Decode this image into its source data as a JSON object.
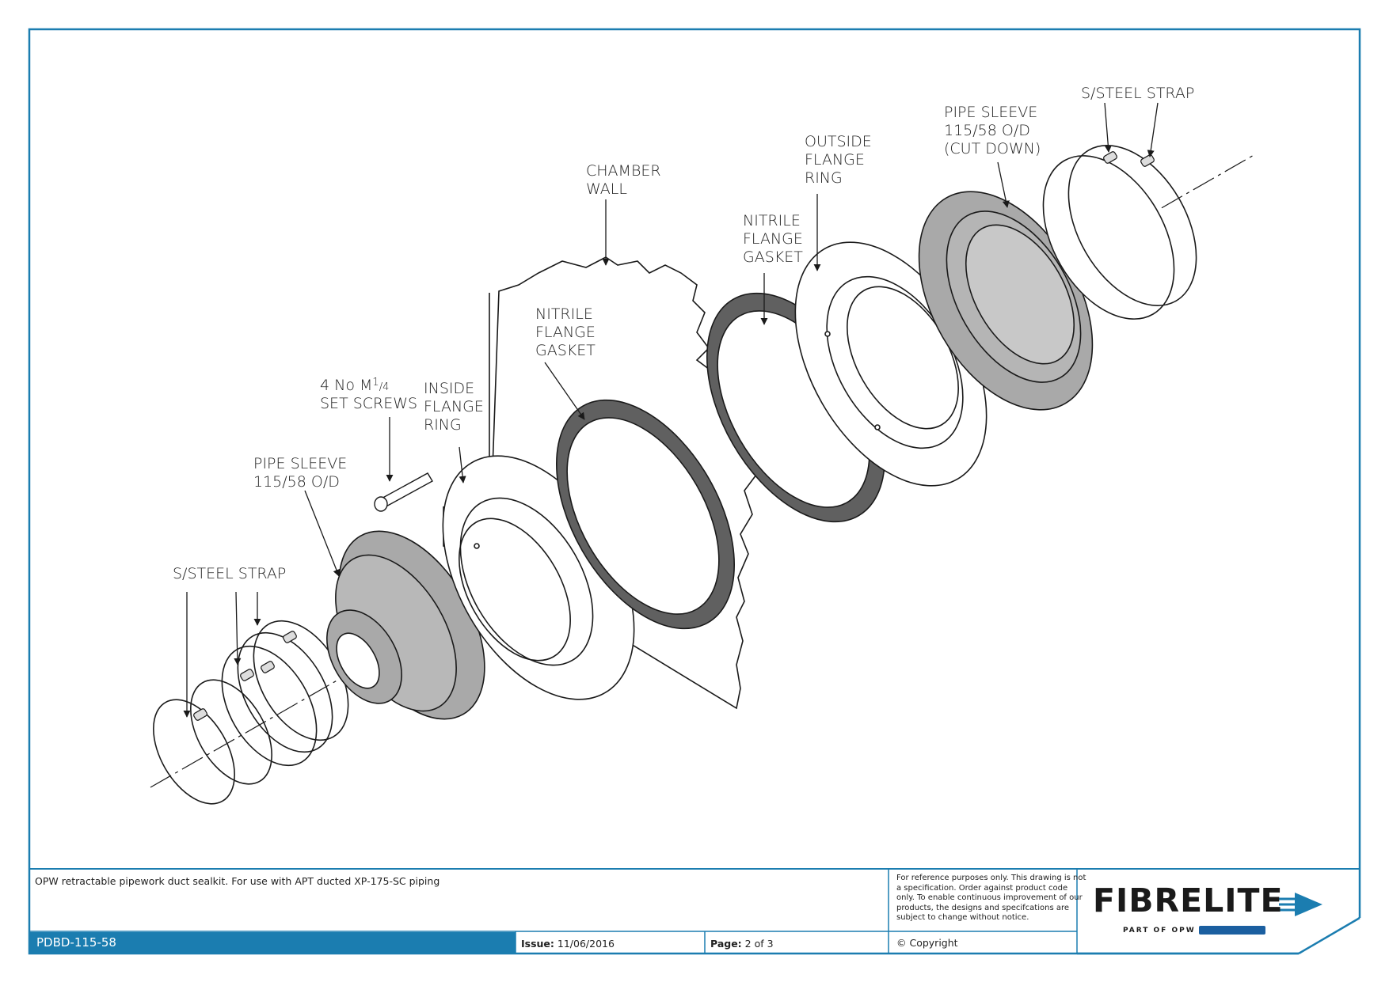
{
  "labels": {
    "s_steel_strap_right": "S/STEEL STRAP",
    "pipe_sleeve_right": [
      "PIPE SLEEVE",
      "115/58 O/D",
      "(CUT DOWN)"
    ],
    "outside_flange_ring": [
      "OUTSIDE",
      "FLANGE",
      "RING"
    ],
    "chamber_wall": [
      "CHAMBER",
      "WALL"
    ],
    "nitrile_gasket_right": [
      "NITRILE",
      "FLANGE",
      "GASKET"
    ],
    "nitrile_gasket_left": [
      "NITRILE",
      "FLANGE",
      "GASKET"
    ],
    "set_screws": {
      "line1_prefix": "4 No M",
      "line1_num": "1",
      "line1_den": "/4",
      "line2": "SET SCREWS"
    },
    "inside_flange_ring": [
      "INSIDE",
      "FLANGE",
      "RING"
    ],
    "pipe_sleeve_left": [
      "PIPE SLEEVE",
      "115/58 O/D"
    ],
    "s_steel_strap_left": "S/STEEL STRAP"
  },
  "title_block": {
    "description": "OPW retractable pipework duct sealkit. For use with APT ducted XP-175-SC piping",
    "drawing_code": "PDBD-115-58",
    "issue_label": "Issue:",
    "issue_value": "11/06/2016",
    "page_label": "Page:",
    "page_value": "2 of 3",
    "disclaimer": "For reference purposes only. This drawing is not a specification. Order against product code only.  To enable continuous improvement of our products, the designs and specifcations are subject to change without notice.",
    "copyright": "© Copyright",
    "brand": "FIBRELITE",
    "brand_sub": "PART OF OPW"
  },
  "colors": {
    "frame_blue": "#1b7db0",
    "part_grey": "#a9a9a9",
    "gasket_dark": "#606060",
    "line": "#1a1a1a"
  }
}
